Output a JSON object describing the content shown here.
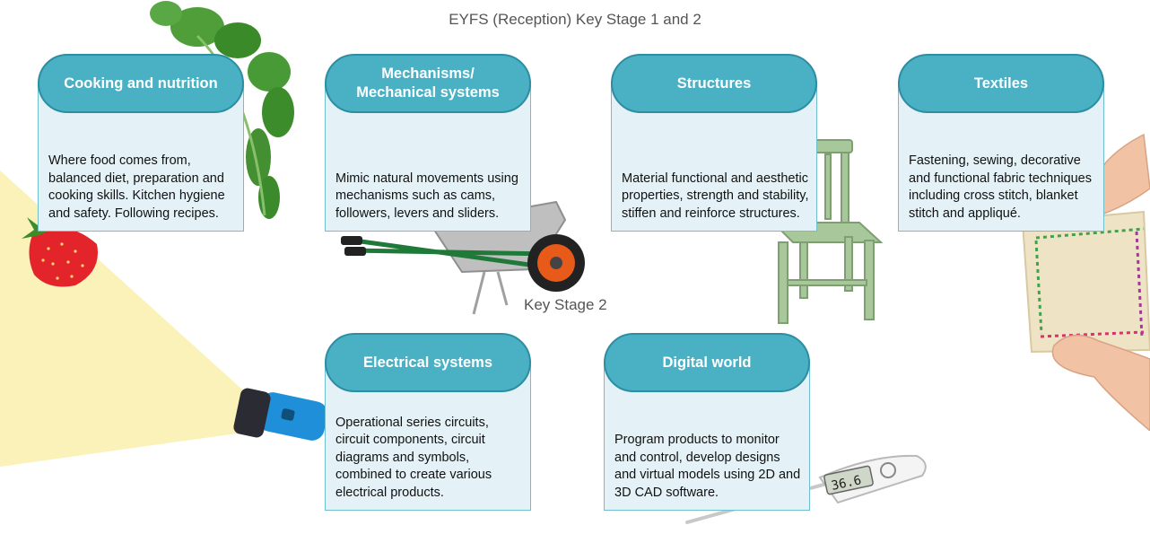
{
  "headings": {
    "top": "EYFS (Reception) Key Stage 1 and 2",
    "middle": "Key Stage 2"
  },
  "cards": {
    "cooking": {
      "title": "Cooking and nutrition",
      "text": "Where food comes from, balanced diet, preparation and cooking skills. Kitchen hygiene and safety. Following recipes."
    },
    "mechanisms": {
      "title": "Mechanisms/\nMechanical systems",
      "text": "Mimic natural movements using mechanisms such as cams, followers, levers and sliders."
    },
    "structures": {
      "title": "Structures",
      "text": "Material functional and aesthetic properties, strength and stability, stiffen and reinforce structures."
    },
    "textiles": {
      "title": "Textiles",
      "text": "Fastening, sewing, decorative and functional fabric techniques including cross stitch, blanket stitch and appliqué."
    },
    "electrical": {
      "title": "Electrical systems",
      "text": "Operational series circuits, circuit components, circuit diagrams and symbols, combined to create various electrical products."
    },
    "digital": {
      "title": "Digital world",
      "text": "Program products to monitor and control, develop designs and virtual models using 2D and 3D CAD software."
    }
  },
  "thermometer_reading": "36.6",
  "colors": {
    "header_fill": "#4ab0c3",
    "card_fill": "#e4f2f7",
    "card_border": "#6fbfd0"
  }
}
